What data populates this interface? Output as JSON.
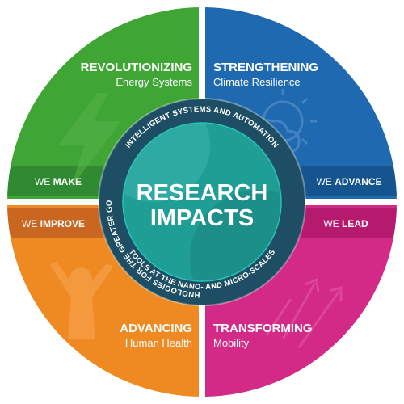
{
  "center": {
    "title_line1": "RESEARCH",
    "title_line2": "IMPACTS"
  },
  "ring": {
    "top": "INTELLIGENT SYSTEMS AND AUTOMATION",
    "left": "TECHNOLOGIES FOR THE GREATER GOOD",
    "bottom": "TOOLS AT THE NANO- AND MICRO-SCALES"
  },
  "quadrants": {
    "top_left": {
      "title": "REVOLUTIONIZING",
      "subtitle": "Energy Systems",
      "band_prefix": "WE ",
      "band_verb": "MAKE",
      "color": "#3fa535",
      "band_color": "#2f8a31",
      "icon": "lightning-bolt-icon"
    },
    "top_right": {
      "title": "STRENGTHENING",
      "subtitle": "Climate Resilience",
      "band_prefix": "WE ",
      "band_verb": "ADVANCE",
      "color": "#1f69b0",
      "band_color": "#15548f",
      "icon": "sun-cloud-icon"
    },
    "bottom_left": {
      "title": "ADVANCING",
      "subtitle": "Human Health",
      "band_prefix": "WE ",
      "band_verb": "IMPROVE",
      "color": "#ef8a22",
      "band_color": "#c9661f",
      "icon": "person-raising-arms-icon"
    },
    "bottom_right": {
      "title": "TRANSFORMING",
      "subtitle": "Mobility",
      "band_prefix": "WE ",
      "band_verb": "LEAD",
      "color": "#d22a86",
      "band_color": "#b51a6f",
      "icon": "upward-arrows-icon"
    }
  },
  "colors": {
    "ring": "#1e4e63",
    "center": "#1f9e96",
    "center_dark": "#17837e",
    "center_light": "#37b3a8"
  }
}
